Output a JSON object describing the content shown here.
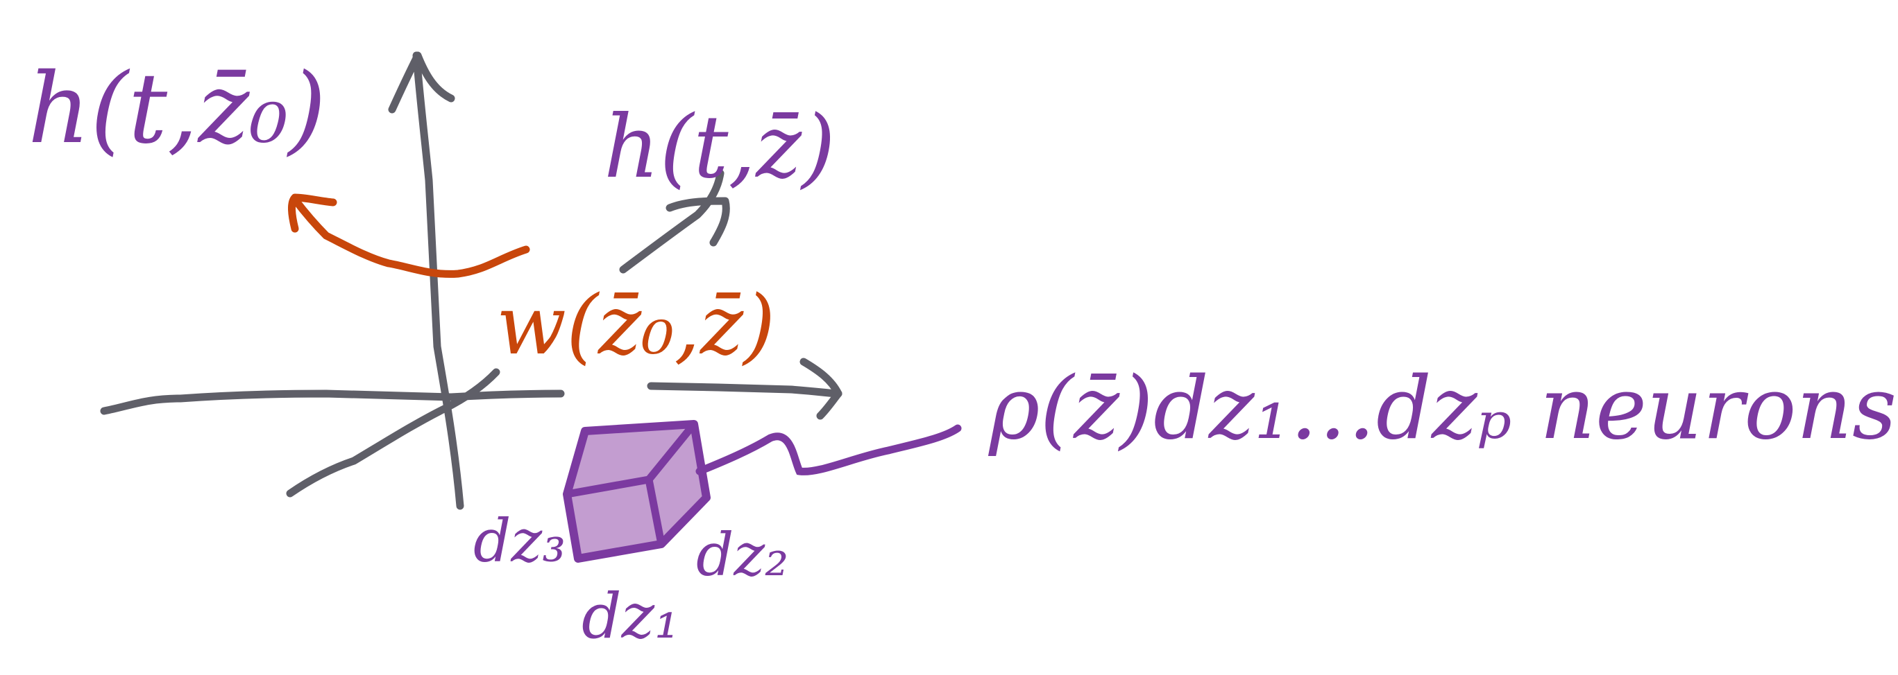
{
  "colors": {
    "axis": "#5f5f68",
    "purple": "#7b3aa0",
    "orange": "#c8460b",
    "cube_fill": "#c39dd0",
    "background": "#ffffff"
  },
  "labels": {
    "h_output_z0": "h(t,z̄₀)",
    "h_output_z": "h(t,z̄)",
    "weight": "w(z̄₀,z̄)",
    "density": "ρ(z̄)dz₁…dzₚ neurons",
    "dz3": "dz₃",
    "dz2": "dz₂",
    "dz1": "dz₁"
  }
}
